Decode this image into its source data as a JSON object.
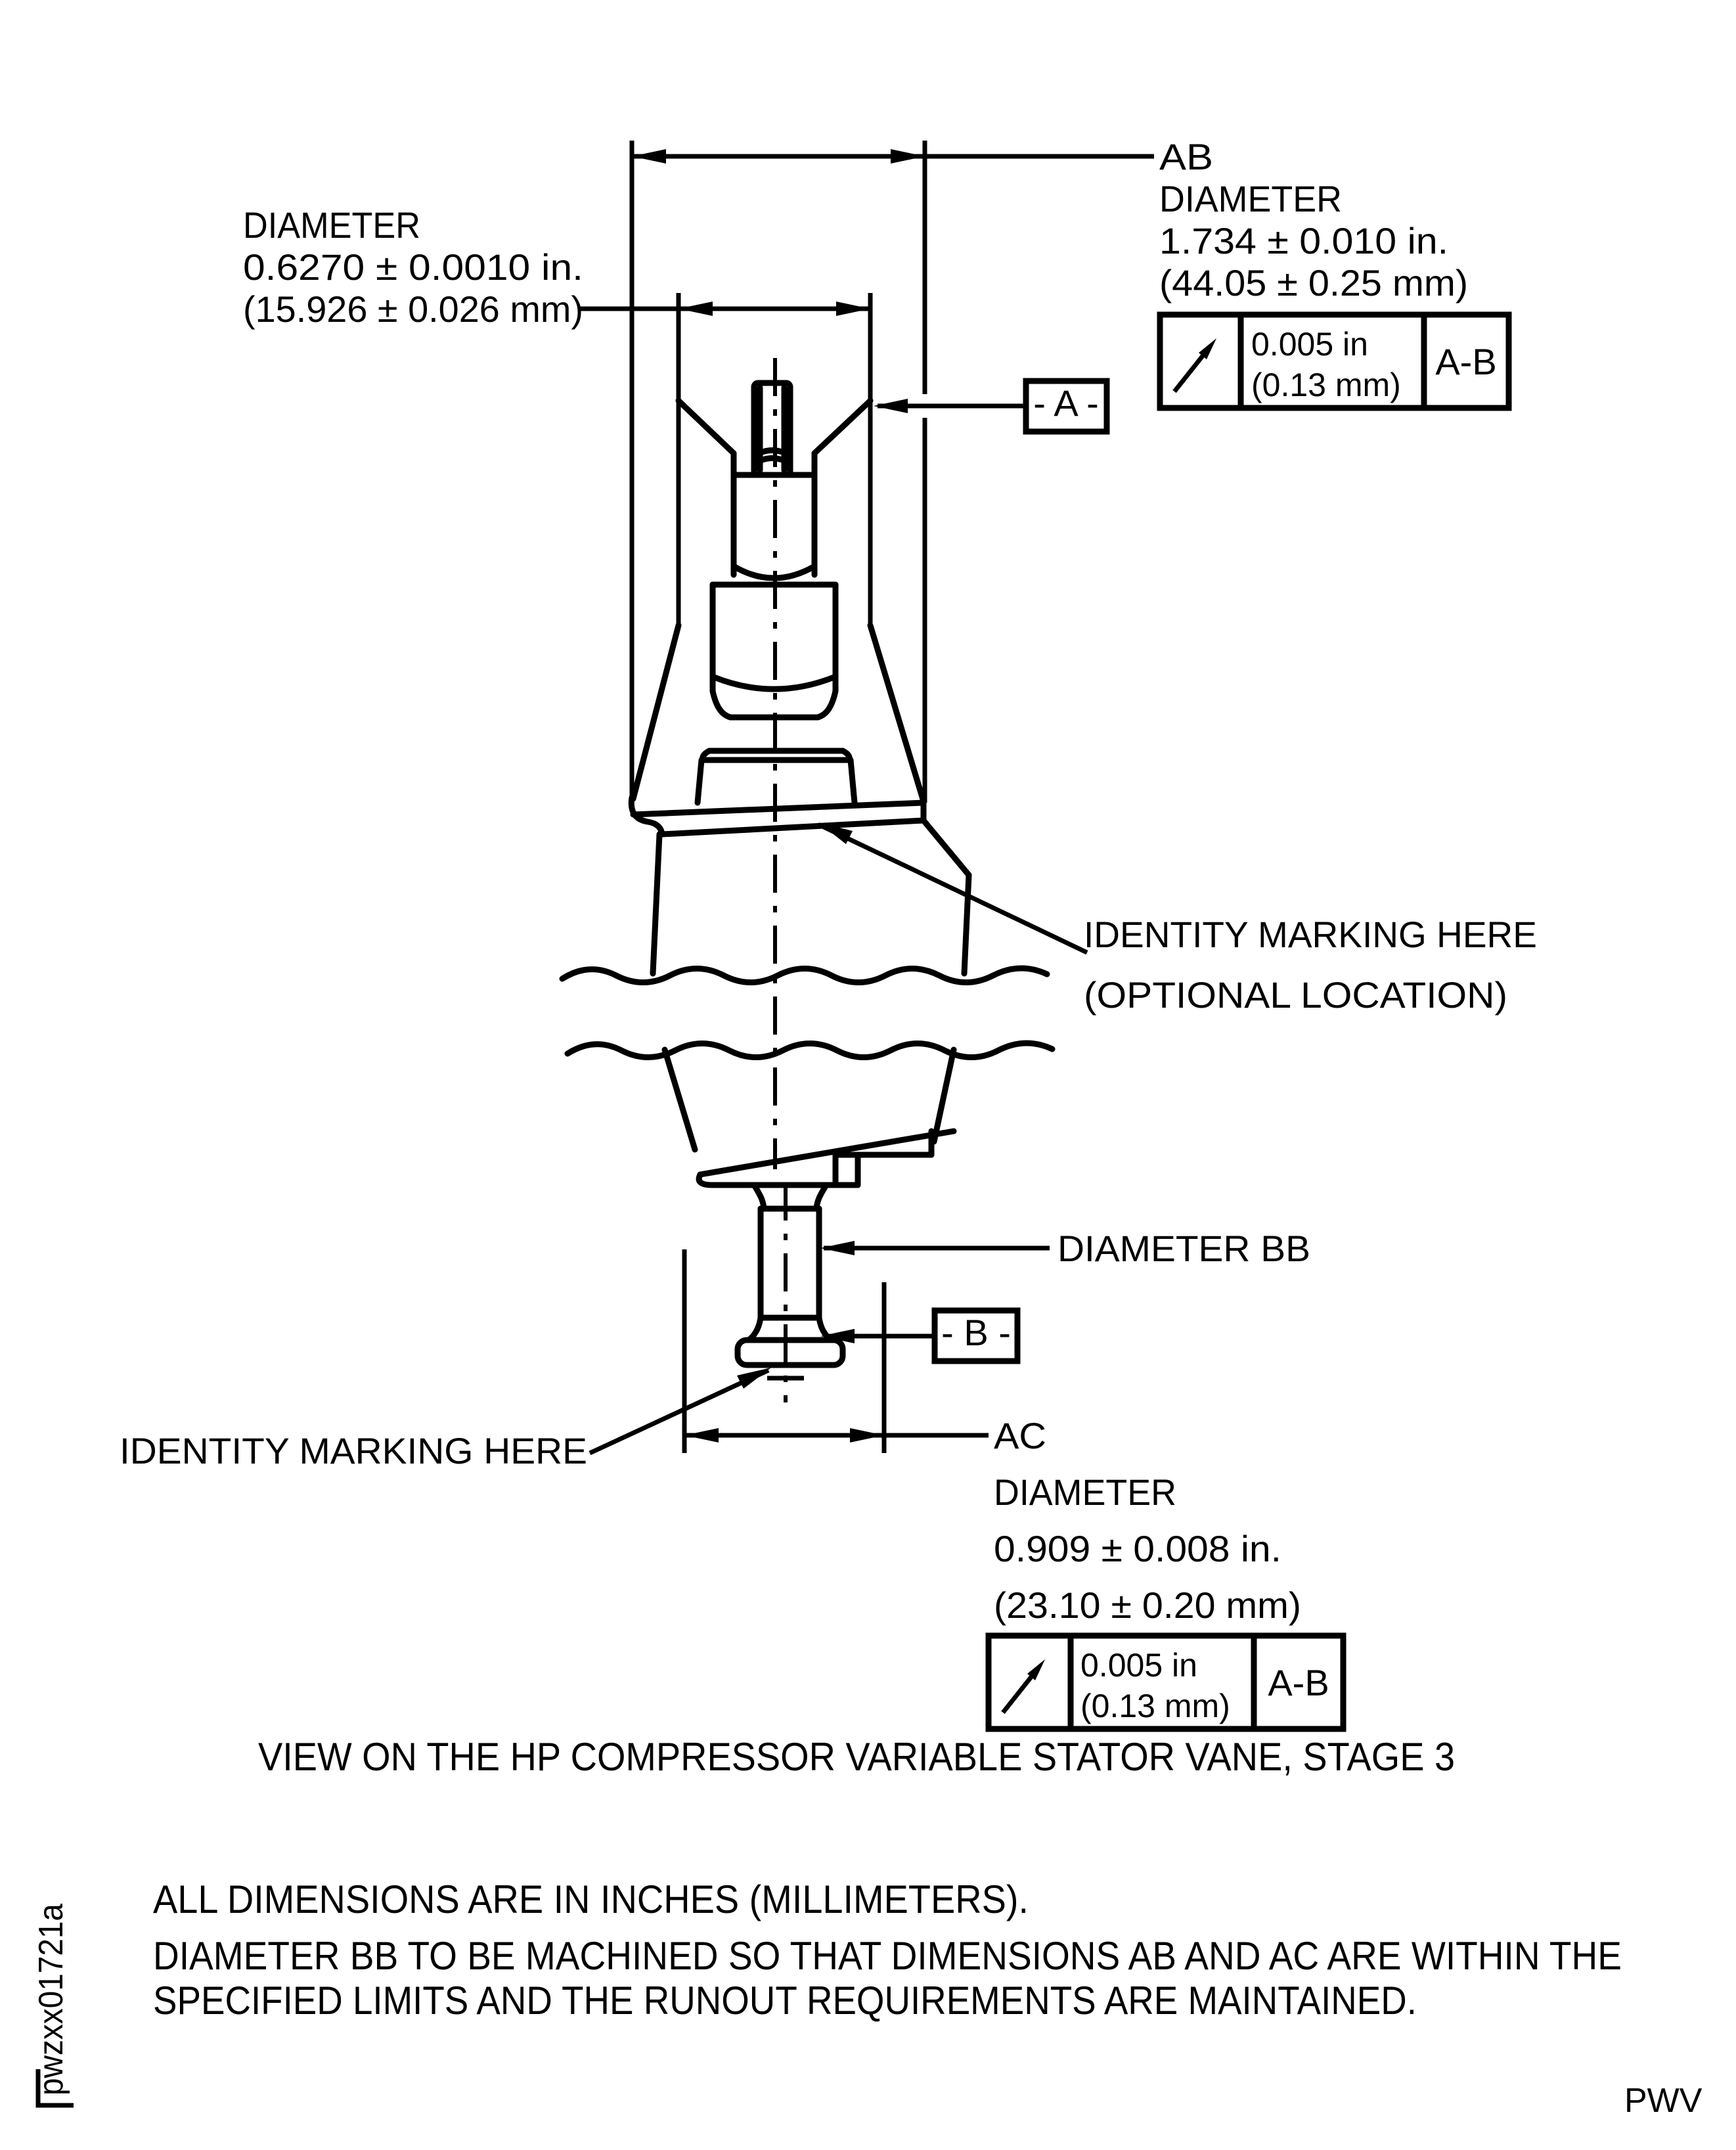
{
  "colors": {
    "line": "#000000",
    "background": "#ffffff"
  },
  "drawing": {
    "dim_small": {
      "label": "DIAMETER",
      "inches": "0.6270 ± 0.0010 in.",
      "mm": "(15.926 ± 0.026 mm)"
    },
    "dim_ab": {
      "id": "AB",
      "label": "DIAMETER",
      "inches": "1.734 ± 0.010 in.",
      "mm": "(44.05 ± 0.25 mm)"
    },
    "fcf_ab": {
      "symbol_icon": "runout-arrow-icon",
      "value_in": "0.005 in",
      "value_mm": "(0.13 mm)",
      "datum": "A-B"
    },
    "datum_a": "- A -",
    "identity_optional": {
      "line1": "IDENTITY MARKING HERE",
      "line2": "(OPTIONAL LOCATION)"
    },
    "dim_bb": "DIAMETER BB",
    "datum_b": "- B -",
    "identity": "IDENTITY MARKING HERE",
    "dim_ac": {
      "id": "AC",
      "label": "DIAMETER",
      "inches": "0.909 ± 0.008 in.",
      "mm": "(23.10 ± 0.20 mm)"
    },
    "fcf_ac": {
      "symbol_icon": "runout-arrow-icon",
      "value_in": "0.005 in",
      "value_mm": "(0.13 mm)",
      "datum": "A-B"
    },
    "caption": "VIEW ON THE HP COMPRESSOR VARIABLE STATOR VANE, STAGE 3",
    "notes": [
      "ALL DIMENSIONS ARE IN INCHES (MILLIMETERS).",
      "DIAMETER BB TO BE MACHINED SO THAT DIMENSIONS AB AND AC ARE WITHIN THE",
      "SPECIFIED LIMITS AND THE RUNOUT REQUIREMENTS ARE MAINTAINED."
    ],
    "figure_ref": "pwzxx01721a",
    "publisher_code": "PWV"
  }
}
